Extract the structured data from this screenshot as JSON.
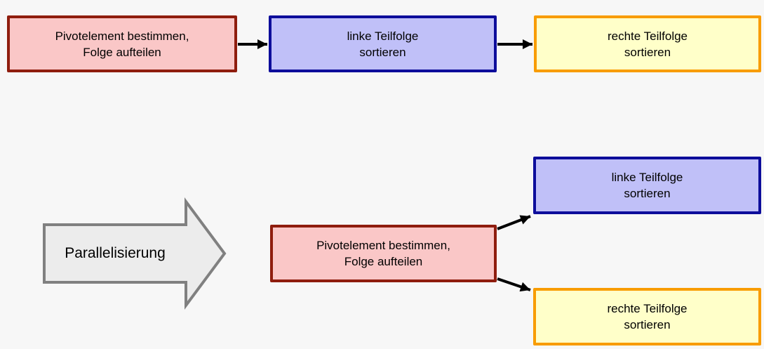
{
  "diagram": {
    "topic": "Quicksort Parallelisierung Flussdiagramm",
    "background_color": "#F7F7F7",
    "colors": {
      "pivot_fill": "#FAC7C7",
      "pivot_border": "#8F1D0E",
      "left_fill": "#C0C0F8",
      "left_border": "#0D0D9B",
      "right_fill": "#FFFFC9",
      "right_border": "#F89C00",
      "big_arrow_fill": "#ECECEC",
      "big_arrow_border": "#808080",
      "flow_arrow": "#000000",
      "text": "#000000"
    },
    "sequential": {
      "pivot": {
        "line1": "Pivotelement bestimmen,",
        "line2": "Folge aufteilen"
      },
      "left": {
        "line1": "linke Teilfolge",
        "line2": "sortieren"
      },
      "right": {
        "line1": "rechte Teilfolge",
        "line2": "sortieren"
      }
    },
    "parallel": {
      "transform_label": "Parallelisierung",
      "pivot": {
        "line1": "Pivotelement bestimmen,",
        "line2": "Folge aufteilen"
      },
      "left": {
        "line1": "linke Teilfolge",
        "line2": "sortieren"
      },
      "right": {
        "line1": "rechte Teilfolge",
        "line2": "sortieren"
      }
    }
  }
}
